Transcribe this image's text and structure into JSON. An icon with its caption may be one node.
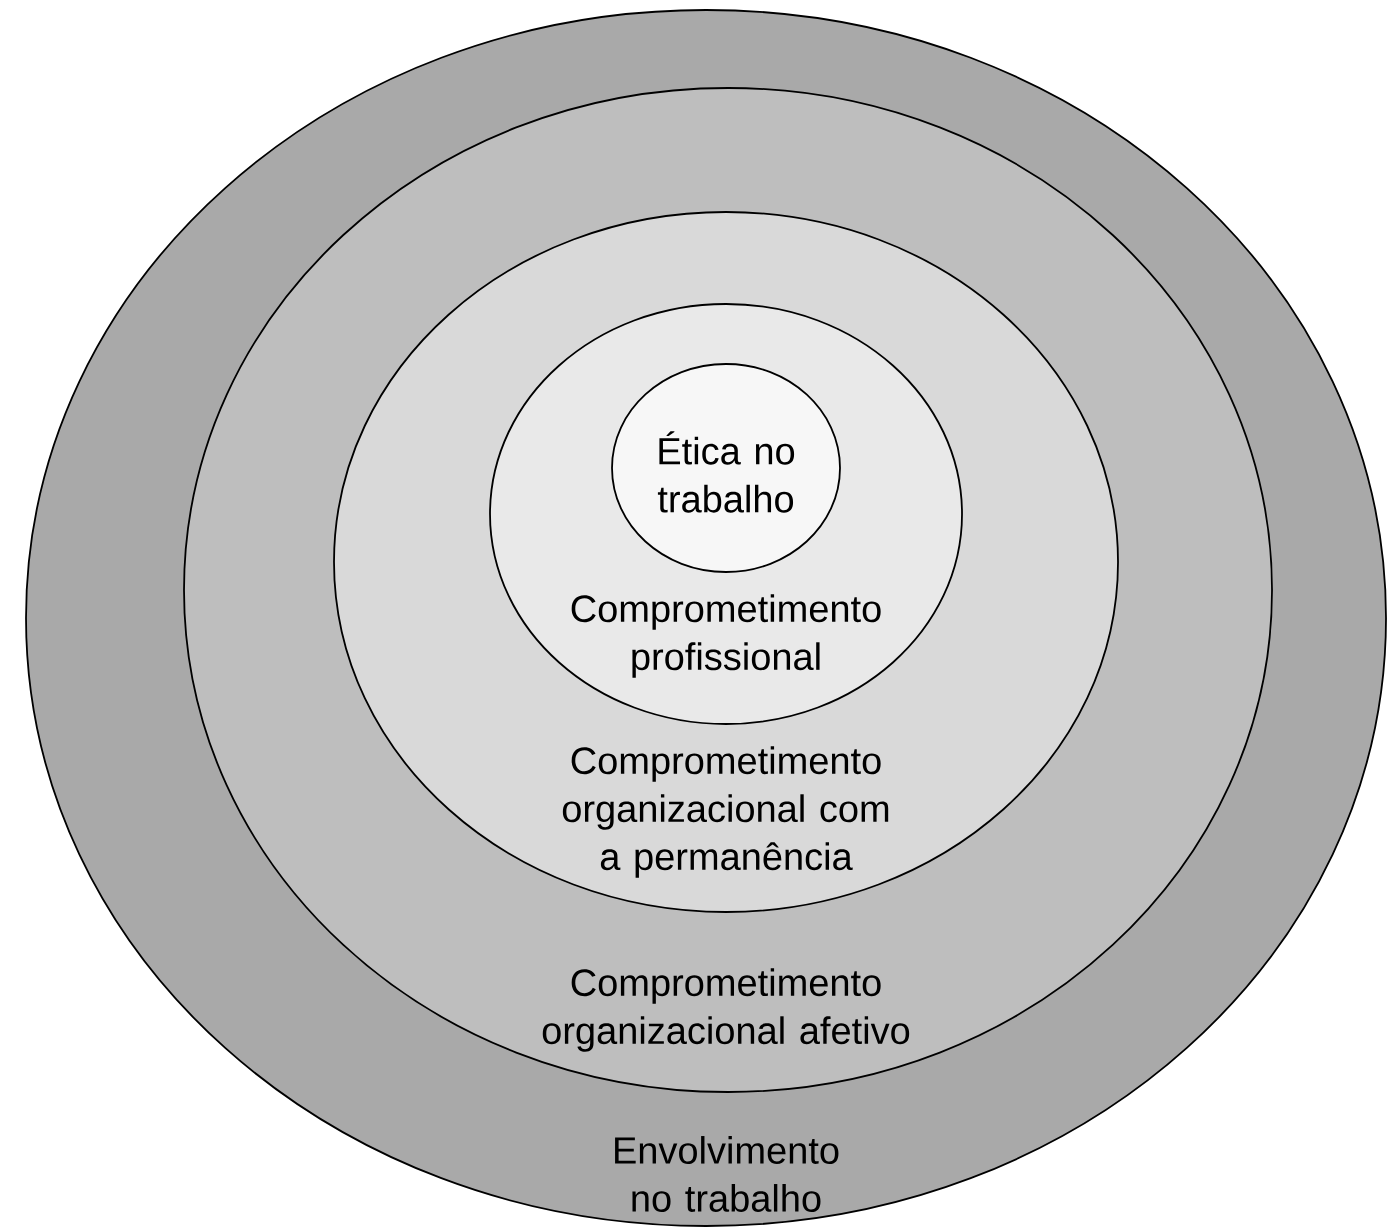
{
  "diagram": {
    "nodes": [
      {
        "text": [
          "Envolvimento no trabalho"
        ]
      },
      {
        "text": [
          "Comprometimento organizacional afetivo"
        ],
        "in": 0
      },
      {
        "text": [
          "Comprometimento organizacional com a permanência"
        ],
        "in": 1
      },
      {
        "text": [
          "Comprometimento profissional"
        ],
        "in": 2
      },
      {
        "text": [
          "Ética no trabalho"
        ],
        "in": 3
      }
    ]
  }
}
